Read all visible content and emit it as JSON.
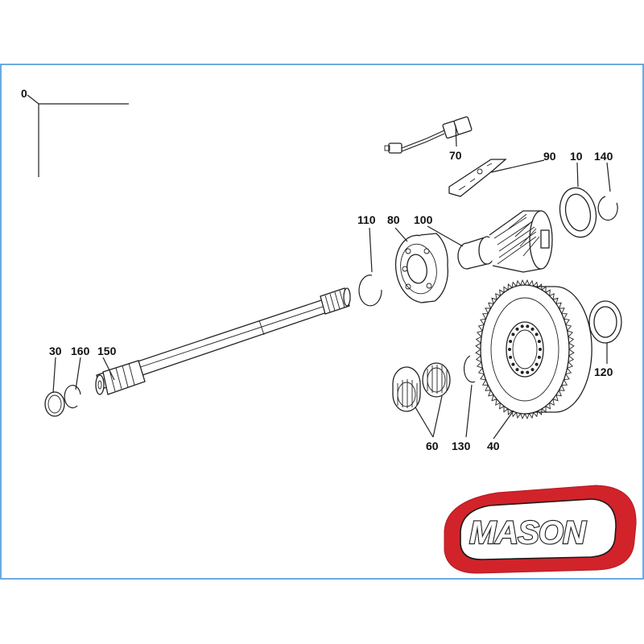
{
  "diagram": {
    "origin_label": "0",
    "callouts": [
      {
        "id": "p70",
        "text": "70"
      },
      {
        "id": "p90",
        "text": "90"
      },
      {
        "id": "p10",
        "text": "10"
      },
      {
        "id": "p140",
        "text": "140"
      },
      {
        "id": "p110",
        "text": "110"
      },
      {
        "id": "p80",
        "text": "80"
      },
      {
        "id": "p100",
        "text": "100"
      },
      {
        "id": "p30",
        "text": "30"
      },
      {
        "id": "p160",
        "text": "160"
      },
      {
        "id": "p150",
        "text": "150"
      },
      {
        "id": "p120",
        "text": "120"
      },
      {
        "id": "p60",
        "text": "60"
      },
      {
        "id": "p130",
        "text": "130"
      },
      {
        "id": "p40",
        "text": "40"
      }
    ]
  },
  "logo": {
    "text": "MASON",
    "outer_color": "#d2232a",
    "inner_color": "#ffffff"
  },
  "colors": {
    "frame_border": "#3b8fd6",
    "line": "#222222"
  }
}
